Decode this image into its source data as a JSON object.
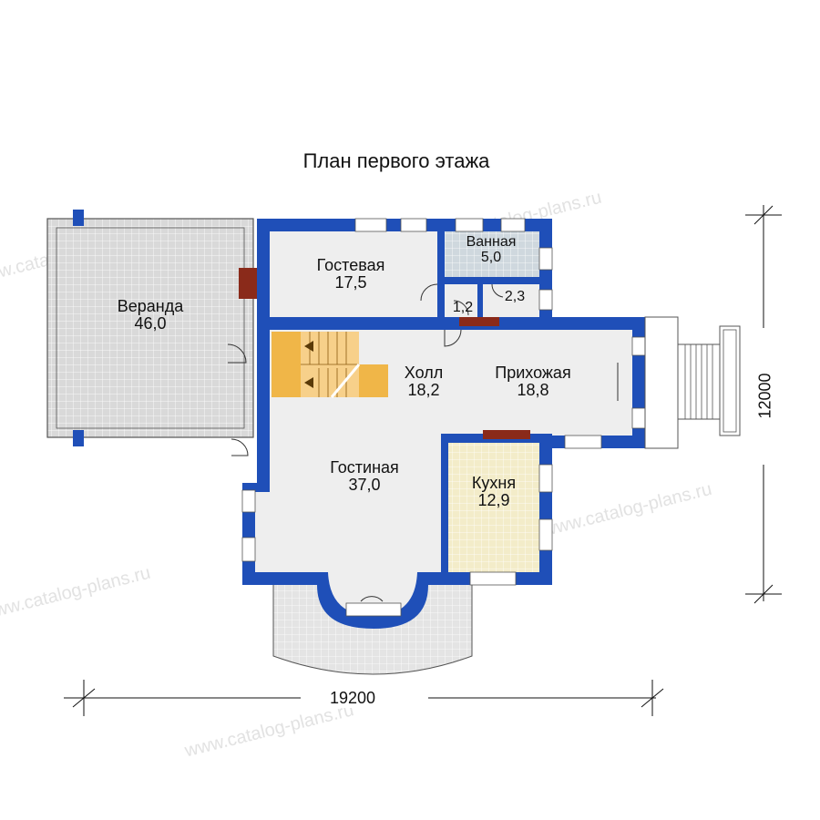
{
  "title": "План первого этажа",
  "colors": {
    "wall": "#1f4fb8",
    "floor": "#eeeeee",
    "veranda": "#d9d9d9",
    "bath": "#cfd8de",
    "kitchen": "#f3ecc9",
    "stair": "#f0b648",
    "grid": "#ffffff",
    "window": "#ffffff",
    "chimney": "#8a2a1a"
  },
  "rooms": {
    "veranda": {
      "name": "Веранда",
      "area": "46,0"
    },
    "guest": {
      "name": "Гостевая",
      "area": "17,5"
    },
    "bath": {
      "name": "Ванная",
      "area": "5,0"
    },
    "wc_small": {
      "area": "1,2"
    },
    "utility": {
      "area": "2,3"
    },
    "hall": {
      "name": "Холл",
      "area": "18,2"
    },
    "entry": {
      "name": "Прихожая",
      "area": "18,8"
    },
    "living": {
      "name": "Гостиная",
      "area": "37,0"
    },
    "kitchen": {
      "name": "Кухня",
      "area": "12,9"
    }
  },
  "dimensions": {
    "width": "19200",
    "height": "12000"
  },
  "watermark": "www.catalog-plans.ru"
}
